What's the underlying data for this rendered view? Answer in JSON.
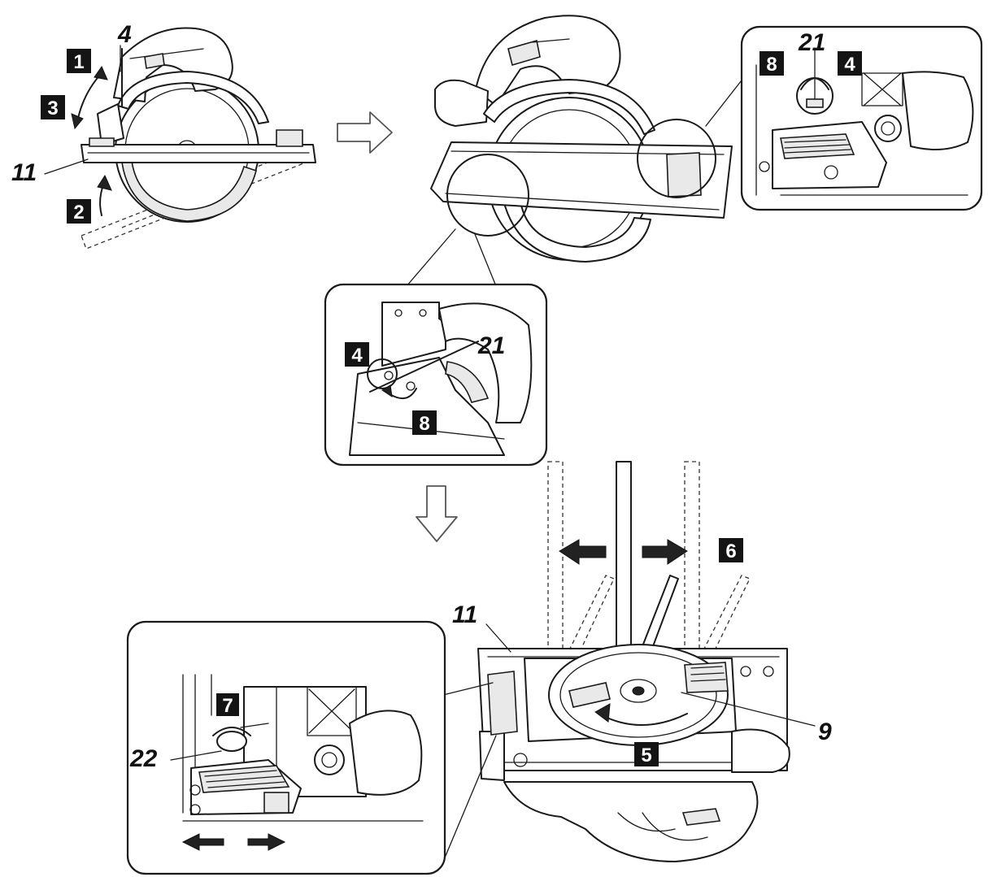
{
  "callouts": {
    "top_left_4": "4",
    "top_left_11": "11",
    "top_right_21": "21",
    "top_right_4": "4",
    "middle_4": "4",
    "middle_21": "21",
    "bottom_11": "11",
    "bottom_9": "9",
    "bottom_22": "22"
  },
  "steps": {
    "s1": "1",
    "s2": "2",
    "s3": "3",
    "s4": "4",
    "s5": "5",
    "s6": "6",
    "s7": "7",
    "s8_top": "8",
    "s8_middle": "8"
  },
  "colors": {
    "line": "#1a1a1a",
    "step_box": "#141414",
    "hollow_arrow": "#555555",
    "background": "#ffffff"
  }
}
